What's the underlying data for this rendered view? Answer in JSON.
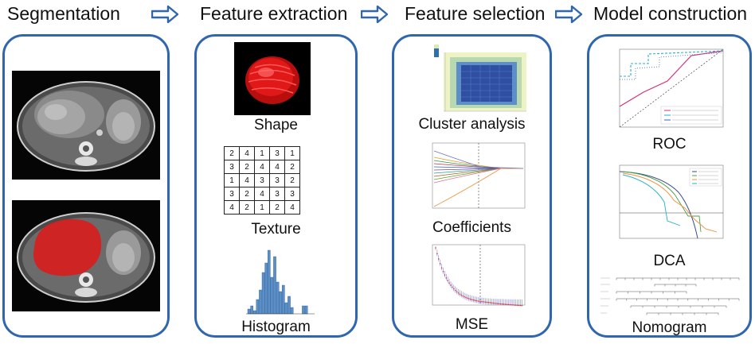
{
  "headers": {
    "segmentation": "Segmentation",
    "feature_extraction": "Feature extraction",
    "feature_selection": "Feature selection",
    "model_construction": "Model construction"
  },
  "captions": {
    "shape": "Shape",
    "texture": "Texture",
    "histogram": "Histogram",
    "cluster": "Cluster analysis",
    "coefficients": "Coefficients",
    "mse": "MSE",
    "roc": "ROC",
    "dca": "DCA",
    "nomogram": "Nomogram"
  },
  "texture_matrix": [
    [
      2,
      4,
      1,
      3,
      1
    ],
    [
      3,
      2,
      4,
      4,
      2
    ],
    [
      1,
      4,
      3,
      3,
      2
    ],
    [
      3,
      2,
      4,
      3,
      3
    ],
    [
      4,
      2,
      1,
      2,
      4
    ]
  ],
  "colors": {
    "arrow_and_border": "#2f66ad",
    "roi_red": "#e01818",
    "histogram_bar": "#5b8fc7",
    "roc_pink": "#d8307a",
    "roc_cyan": "#26b0c8",
    "roc_blue": "#3a5fc0"
  },
  "icons": [
    "right-arrow-icon"
  ]
}
